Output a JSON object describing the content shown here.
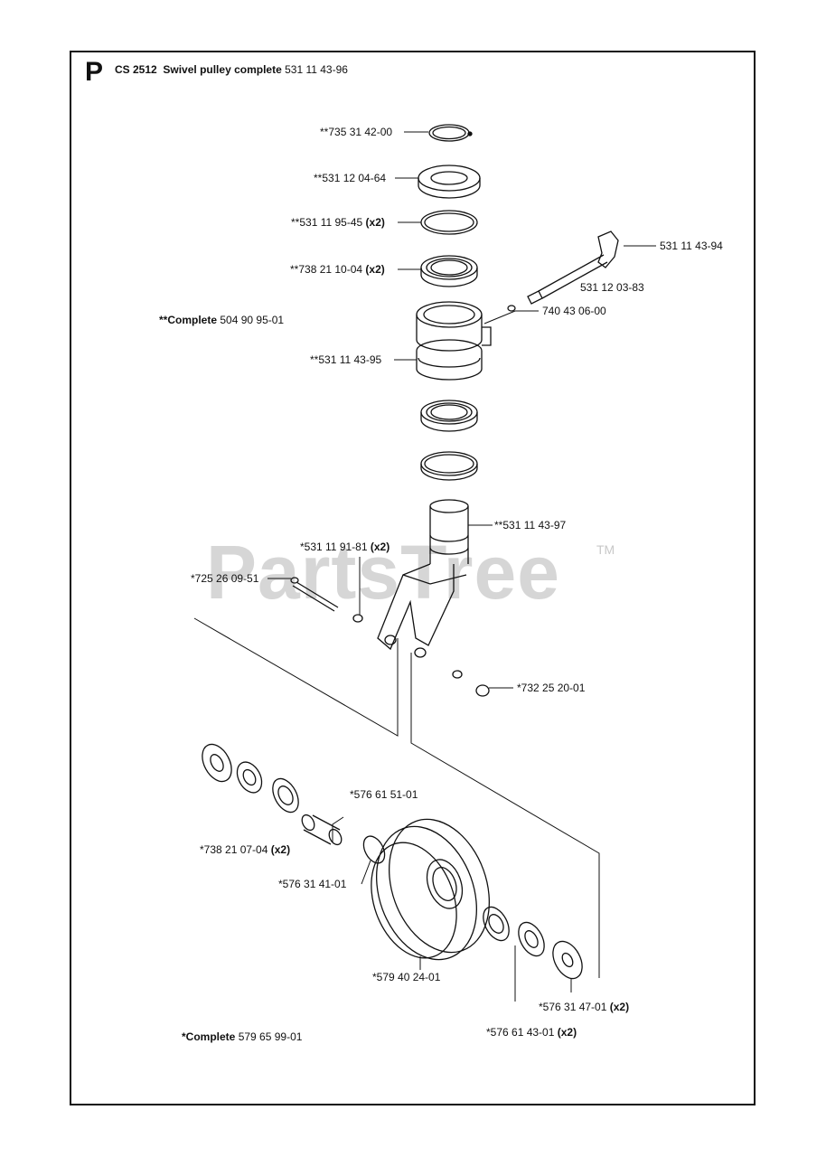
{
  "header": {
    "letter": "P",
    "model": "CS 2512",
    "title": "Swivel pulley complete",
    "part_number": "531 11 43-96"
  },
  "watermark": {
    "text": "PartsTree",
    "tm": "TM"
  },
  "labels": [
    {
      "id": "p1",
      "text": "**735 31 42-00",
      "qty": ""
    },
    {
      "id": "p2",
      "text": "**531 12 04-64",
      "qty": ""
    },
    {
      "id": "p3",
      "text": "**531 11 95-45",
      "qty": "(x2)"
    },
    {
      "id": "p4",
      "text": "**738 21 10-04",
      "qty": "(x2)"
    },
    {
      "id": "p5",
      "text": "531 11 43-94",
      "qty": ""
    },
    {
      "id": "p6",
      "text": "531 12 03-83",
      "qty": ""
    },
    {
      "id": "p7",
      "text": "740 43 06-00",
      "qty": ""
    },
    {
      "id": "p8",
      "text": "**531 11 43-95",
      "qty": ""
    },
    {
      "id": "p9",
      "text": "**531 11 43-97",
      "qty": ""
    },
    {
      "id": "p10",
      "text": "*531 11 91-81",
      "qty": "(x2)"
    },
    {
      "id": "p11",
      "text": "*725 26 09-51",
      "qty": ""
    },
    {
      "id": "p12",
      "text": "*732 25 20-01",
      "qty": ""
    },
    {
      "id": "p13",
      "text": "*576 61 51-01",
      "qty": ""
    },
    {
      "id": "p14",
      "text": "*738 21 07-04",
      "qty": "(x2)"
    },
    {
      "id": "p15",
      "text": "*576 31 41-01",
      "qty": ""
    },
    {
      "id": "p16",
      "text": "*579 40 24-01",
      "qty": ""
    },
    {
      "id": "p17",
      "text": "*576 31 47-01",
      "qty": "(x2)"
    },
    {
      "id": "p18",
      "text": "*576 61 43-01",
      "qty": "(x2)"
    }
  ],
  "complete_upper": {
    "label": "**Complete",
    "part_number": "504 90 95-01"
  },
  "complete_lower": {
    "label": "*Complete",
    "part_number": "579 65 99-01"
  }
}
